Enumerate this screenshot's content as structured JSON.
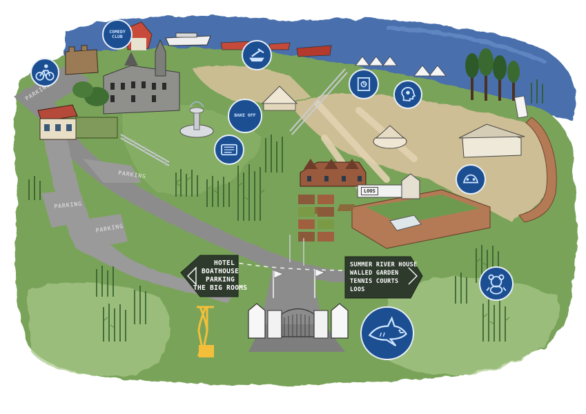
{
  "map": {
    "colors": {
      "grass": "#7aa35a",
      "grass_light": "#a9c98a",
      "water": "#3f68a8",
      "road": "#8c8c8c",
      "sign_bg": "#2e3b2c",
      "badge": "#1c4e92",
      "wall": "#b37a55",
      "trophy": "#f3bf3a"
    },
    "left_sign": {
      "lines": [
        "HOTEL",
        "BOATHOUSE",
        "PARKING",
        "THE BIG ROOMS"
      ]
    },
    "right_sign": {
      "lines": [
        "SUMMER RIVER HOUSE",
        "WALLED GARDEN",
        "TENNIS COURTS",
        "LOOS"
      ]
    },
    "parking_labels": [
      "PARKING",
      "PARKING",
      "PARKING",
      "PARKING"
    ],
    "loos_label": "LOOS",
    "icons": [
      {
        "name": "comedy-icon",
        "text": "COMEDY CLUB"
      },
      {
        "name": "cycling-icon",
        "text": ""
      },
      {
        "name": "boat-icon",
        "text": ""
      },
      {
        "name": "bake-off-icon",
        "text": "BAKE OFF"
      },
      {
        "name": "cinema-icon",
        "text": ""
      },
      {
        "name": "safe-icon",
        "text": ""
      },
      {
        "name": "mind-icon",
        "text": ""
      },
      {
        "name": "kids-icon",
        "text": ""
      },
      {
        "name": "bear-icon",
        "text": ""
      },
      {
        "name": "shark-icon",
        "text": ""
      }
    ]
  }
}
